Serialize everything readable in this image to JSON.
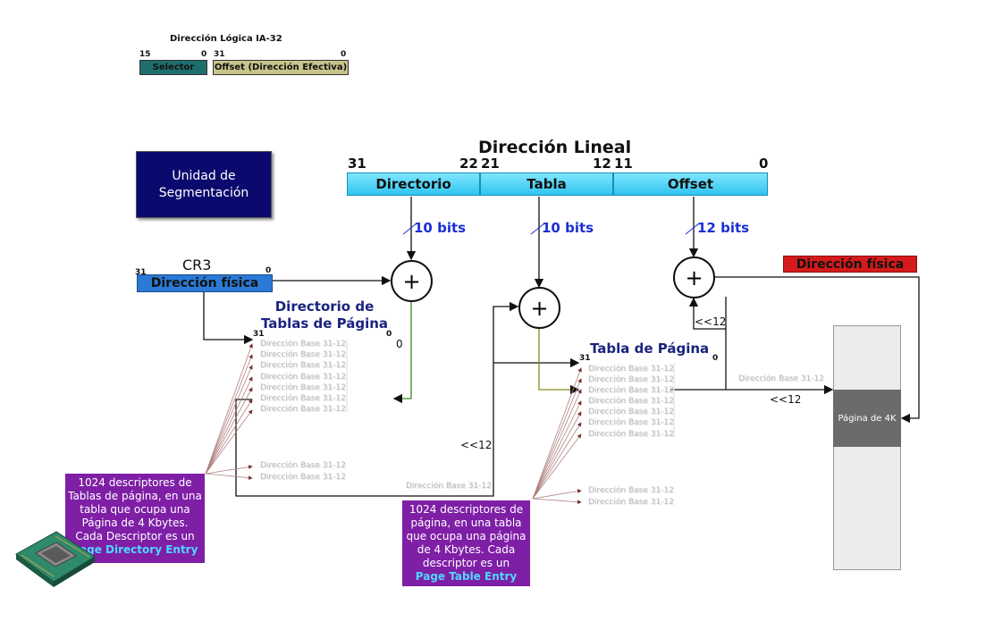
{
  "logical": {
    "title": "Dirección Lógica IA-32",
    "sel_hi": "15",
    "sel_lo": "0",
    "off_hi": "31",
    "off_lo": "0",
    "selector": "Selector",
    "offset": "Offset (Dirección Efectiva)"
  },
  "segunit": "Unidad de Segmentación",
  "linear": {
    "title": "Dirección Lineal",
    "b31": "31",
    "b22": "22",
    "b21": "21",
    "b12": "12",
    "b11": "11",
    "b0": "0",
    "dir": "Directorio",
    "tabla": "Tabla",
    "offset": "Offset",
    "bits_dir": "10 bits",
    "bits_tabla": "10 bits",
    "bits_off": "12 bits"
  },
  "cr3": {
    "label": "CR3",
    "hi": "31",
    "lo": "0",
    "value": "Dirección física"
  },
  "pdir": {
    "title": "Directorio de Tablas de Página",
    "hi": "31",
    "lo": "0",
    "zero": "0",
    "shift": "<<12"
  },
  "ptab": {
    "title": "Tabla de Página",
    "hi": "31",
    "lo": "0",
    "shift_up": "<<12",
    "shift_right": "<<12"
  },
  "entry_text": "Dirección Base 31-12",
  "phys_label": "Dirección física",
  "page_label": "Página de 4K",
  "plus": "+",
  "note_pd": {
    "text": "1024 descriptores de Tablas de página, en una tabla que ocupa una Página de 4 Kbytes. Cada Descriptor es un",
    "highlight": "Page Directory Entry"
  },
  "note_pt": {
    "text": "1024 descriptores de página, en una tabla que ocupa una página de 4 Kbytes. Cada descriptor es un",
    "highlight": "Page Table Entry"
  },
  "colors": {
    "adder_green": "#3a8a1a",
    "adder_olive": "#8a8a1a",
    "note_bg": "#7e1fa6",
    "phys_red": "#d41a1a",
    "cr3_blue": "#2a7ad6"
  }
}
